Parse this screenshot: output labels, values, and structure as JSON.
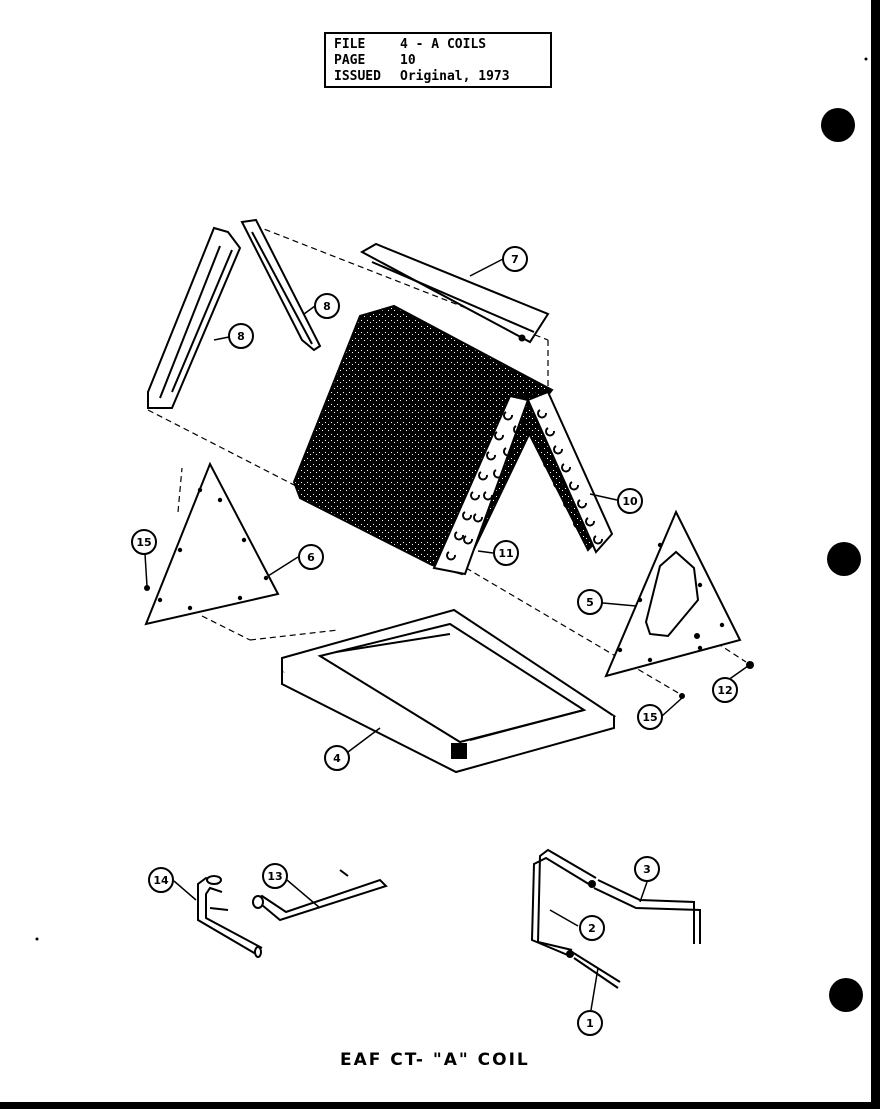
{
  "info_block": {
    "rows": [
      {
        "key": "FILE",
        "value": "4 - A COILS"
      },
      {
        "key": "PAGE",
        "value": "10"
      },
      {
        "key": "ISSUED",
        "value": "Original, 1973"
      }
    ]
  },
  "caption": "EAF CT- \"A\" COIL",
  "callouts": {
    "c7": "7",
    "c8a": "8",
    "c8b": "8",
    "c10": "10",
    "c11": "11",
    "c15a": "15",
    "c6": "6",
    "c5": "5",
    "c12": "12",
    "c15b": "15",
    "c4": "4",
    "c14": "14",
    "c13": "13",
    "c3": "3",
    "c2": "2",
    "c1": "1"
  },
  "colors": {
    "ink": "#000000",
    "paper": "#ffffff"
  }
}
